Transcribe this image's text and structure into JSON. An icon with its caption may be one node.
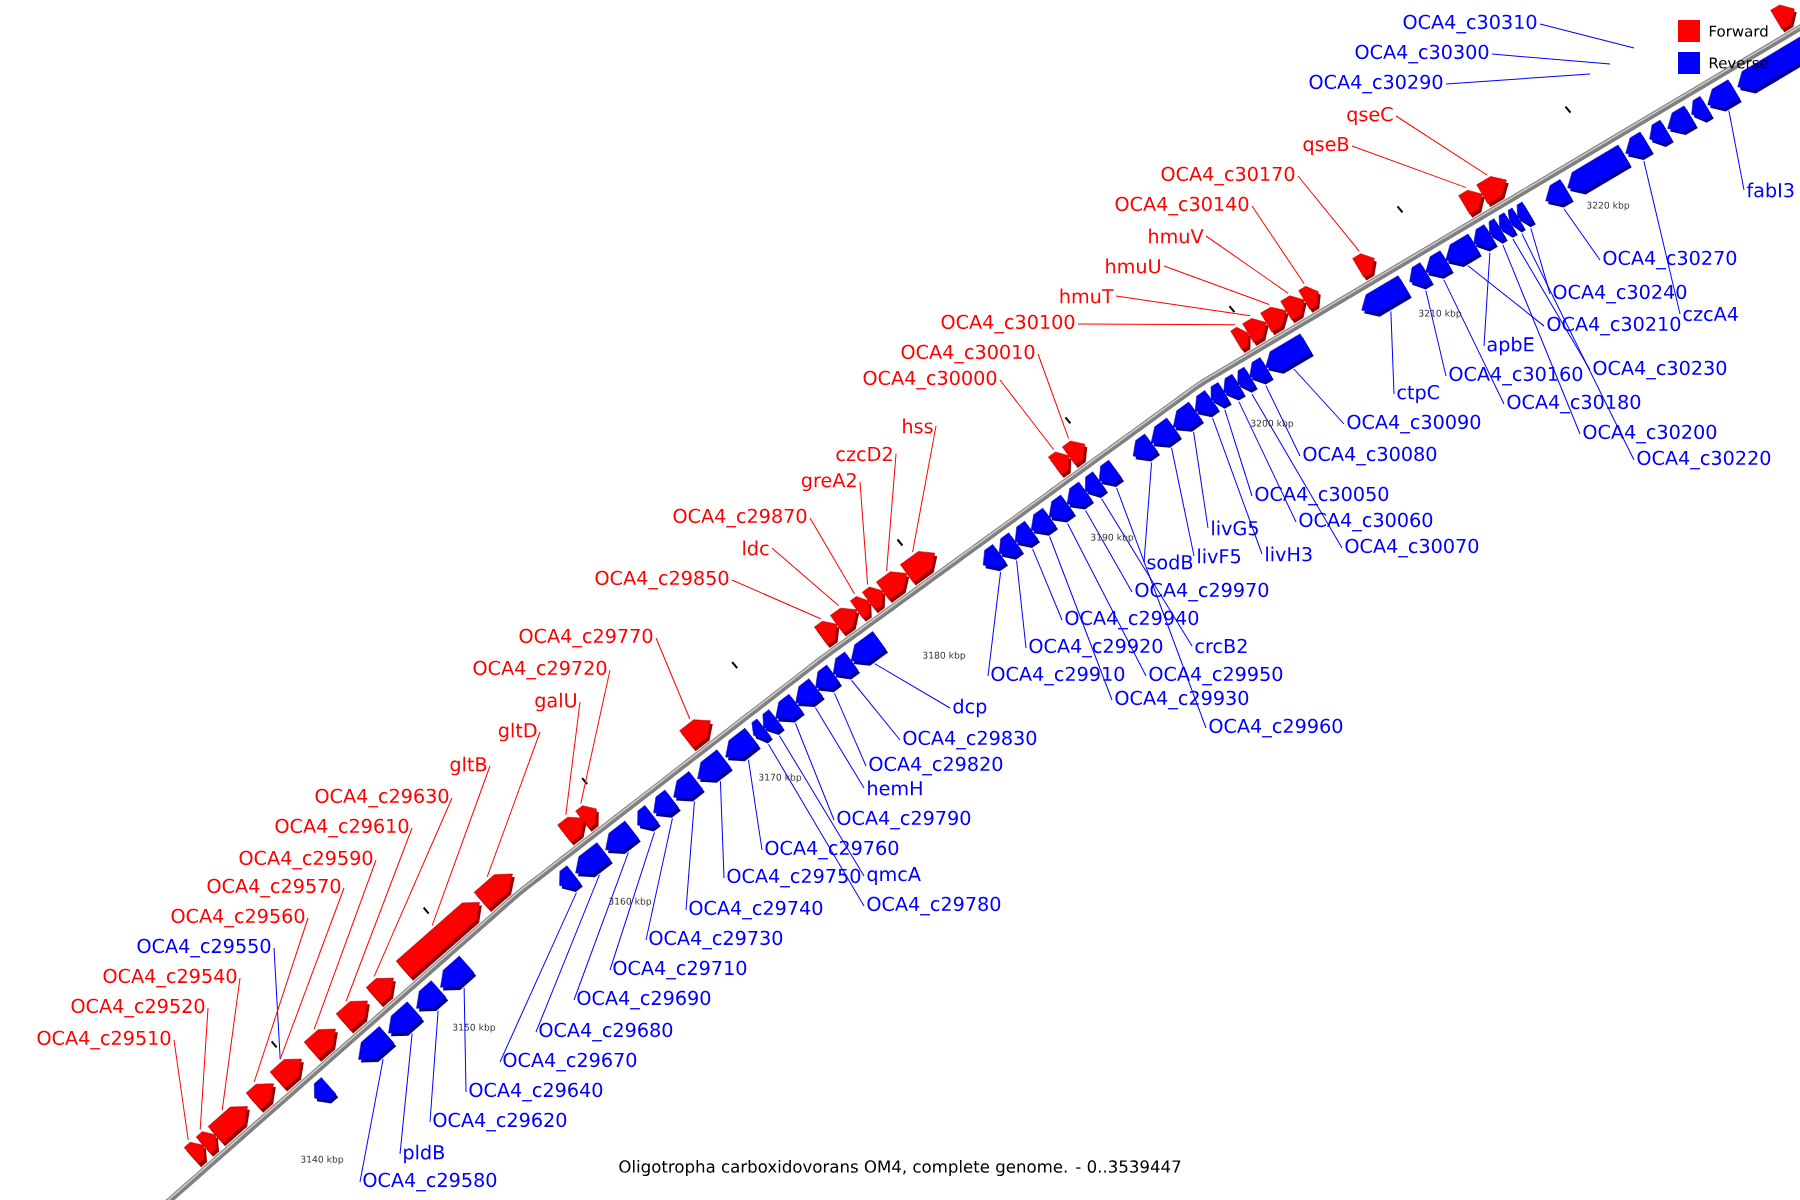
{
  "diagram": {
    "caption": "Oligotropha carboxidovorans OM4, complete genome. - 0..3539447",
    "nodes": [
      {
        "text": [
          "OCA4_c29510"
        ]
      },
      {
        "text": [
          "OCA4_c29520"
        ]
      },
      {
        "text": [
          "OCA4_c29540"
        ]
      },
      {
        "text": [
          "OCA4_c29550"
        ]
      },
      {
        "text": [
          "OCA4_c29560"
        ]
      },
      {
        "text": [
          "OCA4_c29570"
        ]
      },
      {
        "text": [
          "OCA4_c29590"
        ]
      },
      {
        "text": [
          "OCA4_c29610"
        ]
      },
      {
        "text": [
          "OCA4_c29630"
        ]
      },
      {
        "text": [
          "gltB"
        ]
      },
      {
        "text": [
          "gltD"
        ]
      },
      {
        "text": [
          "galU"
        ]
      },
      {
        "text": [
          "OCA4_c29720"
        ]
      },
      {
        "text": [
          "OCA4_c29770"
        ]
      },
      {
        "text": [
          "OCA4_c29850"
        ]
      },
      {
        "text": [
          "ldc"
        ]
      },
      {
        "text": [
          "OCA4_c29870"
        ]
      },
      {
        "text": [
          "greA2"
        ]
      },
      {
        "text": [
          "czcD2"
        ]
      },
      {
        "text": [
          "hss"
        ]
      },
      {
        "text": [
          "OCA4_c30000"
        ]
      },
      {
        "text": [
          "OCA4_c30010"
        ]
      },
      {
        "text": [
          "OCA4_c30100"
        ]
      },
      {
        "text": [
          "hmuT"
        ]
      },
      {
        "text": [
          "hmuU"
        ]
      },
      {
        "text": [
          "hmuV"
        ]
      },
      {
        "text": [
          "OCA4_c30140"
        ]
      },
      {
        "text": [
          "OCA4_c30170"
        ]
      },
      {
        "text": [
          "qseB"
        ]
      },
      {
        "text": [
          "qseC"
        ]
      },
      {
        "text": [
          "OCA4_c30290"
        ]
      },
      {
        "text": [
          "OCA4_c30300"
        ]
      },
      {
        "text": [
          "OCA4_c30310"
        ]
      },
      {
        "text": [
          "OCA4_c29580"
        ]
      },
      {
        "text": [
          "pldB"
        ]
      },
      {
        "text": [
          "OCA4_c29620"
        ]
      },
      {
        "text": [
          "OCA4_c29640"
        ]
      },
      {
        "text": [
          "OCA4_c29670"
        ]
      },
      {
        "text": [
          "OCA4_c29680"
        ]
      },
      {
        "text": [
          "OCA4_c29690"
        ]
      },
      {
        "text": [
          "OCA4_c29710"
        ]
      },
      {
        "text": [
          "OCA4_c29730"
        ]
      },
      {
        "text": [
          "OCA4_c29740"
        ]
      },
      {
        "text": [
          "OCA4_c29750"
        ]
      },
      {
        "text": [
          "OCA4_c29760"
        ]
      },
      {
        "text": [
          "qmcA"
        ]
      },
      {
        "text": [
          "OCA4_c29780"
        ]
      },
      {
        "text": [
          "OCA4_c29790"
        ]
      },
      {
        "text": [
          "hemH"
        ]
      },
      {
        "text": [
          "OCA4_c29820"
        ]
      },
      {
        "text": [
          "OCA4_c29830"
        ]
      },
      {
        "text": [
          "dcp"
        ]
      },
      {
        "text": [
          "OCA4_c29910"
        ]
      },
      {
        "text": [
          "OCA4_c29920"
        ]
      },
      {
        "text": [
          "OCA4_c29930"
        ]
      },
      {
        "text": [
          "OCA4_c29940"
        ]
      },
      {
        "text": [
          "OCA4_c29950"
        ]
      },
      {
        "text": [
          "OCA4_c29960"
        ]
      },
      {
        "text": [
          "crcB2"
        ]
      },
      {
        "text": [
          "OCA4_c29970"
        ]
      },
      {
        "text": [
          "sodB"
        ]
      },
      {
        "text": [
          "livF5"
        ]
      },
      {
        "text": [
          "livG5"
        ]
      },
      {
        "text": [
          "livH3"
        ]
      },
      {
        "text": [
          "OCA4_c30050"
        ]
      },
      {
        "text": [
          "OCA4_c30060"
        ]
      },
      {
        "text": [
          "OCA4_c30070"
        ]
      },
      {
        "text": [
          "OCA4_c30080"
        ]
      },
      {
        "text": [
          "OCA4_c30090"
        ]
      },
      {
        "text": [
          "ctpC"
        ]
      },
      {
        "text": [
          "OCA4_c30160"
        ]
      },
      {
        "text": [
          "apbE"
        ]
      },
      {
        "text": [
          "OCA4_c30180"
        ]
      },
      {
        "text": [
          "OCA4_c30200"
        ]
      },
      {
        "text": [
          "OCA4_c30210"
        ]
      },
      {
        "text": [
          "OCA4_c30220"
        ]
      },
      {
        "text": [
          "OCA4_c30230"
        ]
      },
      {
        "text": [
          "OCA4_c30240"
        ]
      },
      {
        "text": [
          "OCA4_c30270"
        ]
      },
      {
        "text": [
          "czcA4"
        ]
      },
      {
        "text": [
          "fabI3"
        ]
      },
      {
        "text": [],
        "shape": "pentagon"
      },
      {
        "text": [],
        "shape": "pentagon"
      },
      {
        "text": [],
        "shape": "pentagon"
      },
      {
        "text": [],
        "shape": "pentagon"
      },
      {
        "text": [],
        "shape": "pentagon"
      },
      {
        "text": [],
        "shape": "pentagon"
      },
      {
        "text": [],
        "shape": "pentagon"
      },
      {
        "text": [],
        "shape": "pentagon"
      },
      {
        "text": [],
        "shape": "pentagon"
      },
      {
        "text": [],
        "shape": "pentagon"
      },
      {
        "text": [],
        "shape": "pentagon"
      },
      {
        "text": [],
        "shape": "pentagon"
      },
      {
        "text": [],
        "shape": "pentagon"
      },
      {
        "text": [],
        "shape": "pentagon"
      },
      {
        "text": [],
        "shape": "pentagon"
      },
      {
        "text": [],
        "shape": "pentagon"
      },
      {
        "text": [],
        "shape": "pentagon"
      },
      {
        "text": [],
        "shape": "pentagon"
      },
      {
        "text": [],
        "shape": "pentagon"
      },
      {
        "text": [],
        "shape": "pentagon"
      },
      {
        "text": [],
        "shape": "pentagon"
      },
      {
        "text": [],
        "shape": "pentagon"
      },
      {
        "text": [],
        "shape": "pentagon"
      },
      {
        "text": [],
        "shape": "pentagon"
      },
      {
        "text": [],
        "shape": "pentagon"
      },
      {
        "text": [],
        "shape": "pentagon"
      },
      {
        "text": [],
        "shape": "pentagon"
      },
      {
        "text": [],
        "shape": "pentagon"
      },
      {
        "text": [],
        "shape": "pentagon"
      },
      {
        "text": [],
        "shape": "pentagon"
      },
      {
        "text": [],
        "shape": "pentagon"
      },
      {
        "text": [],
        "shape": "pentagon"
      },
      {
        "text": [],
        "shape": "pentagon"
      },
      {
        "text": [],
        "shape": "pentagon"
      },
      {
        "text": [],
        "shape": "pentagon"
      },
      {
        "text": [],
        "shape": "pentagon"
      },
      {
        "text": [],
        "shape": "pentagon"
      },
      {
        "text": [],
        "shape": "pentagon"
      },
      {
        "text": [],
        "shape": "pentagon"
      },
      {
        "text": [],
        "shape": "pentagon"
      },
      {
        "text": [],
        "shape": "pentagon"
      },
      {
        "text": [],
        "shape": "pentagon"
      },
      {
        "text": [],
        "shape": "pentagon"
      },
      {
        "text": [],
        "shape": "pentagon"
      },
      {
        "text": [],
        "shape": "pentagon"
      },
      {
        "text": [],
        "shape": "pentagon"
      },
      {
        "text": [],
        "shape": "pentagon"
      },
      {
        "text": [],
        "shape": "pentagon"
      },
      {
        "text": [],
        "shape": "pentagon"
      },
      {
        "text": [],
        "shape": "pentagon"
      },
      {
        "text": [],
        "shape": "pentagon"
      },
      {
        "text": [],
        "shape": "pentagon"
      },
      {
        "text": [],
        "shape": "pentagon"
      },
      {
        "text": [],
        "shape": "pentagon"
      },
      {
        "text": [],
        "shape": "pentagon"
      },
      {
        "text": [],
        "shape": "pentagon"
      },
      {
        "text": [],
        "shape": "pentagon"
      },
      {
        "text": [],
        "shape": "pentagon"
      },
      {
        "text": [],
        "shape": "pentagon"
      },
      {
        "text": [],
        "shape": "pentagon"
      },
      {
        "text": [],
        "shape": "pentagon"
      },
      {
        "text": [],
        "shape": "pentagon"
      },
      {
        "text": [],
        "shape": "pentagon"
      },
      {
        "text": [],
        "shape": "pentagon"
      },
      {
        "text": [],
        "shape": "pentagon"
      },
      {
        "text": [],
        "shape": "pentagon"
      },
      {
        "text": [],
        "shape": "pentagon"
      },
      {
        "text": [],
        "shape": "pentagon"
      },
      {
        "text": [],
        "shape": "pentagon"
      },
      {
        "text": [],
        "shape": "pentagon"
      },
      {
        "text": [],
        "shape": "pentagon"
      },
      {
        "text": [],
        "shape": "pentagon"
      },
      {
        "text": [],
        "shape": "pentagon"
      },
      {
        "text": [],
        "shape": "pentagon"
      },
      {
        "text": [],
        "shape": "pentagon"
      },
      {
        "text": [],
        "shape": "pentagon"
      },
      {
        "text": [],
        "shape": "pentagon"
      },
      {
        "text": [],
        "shape": "pentagon"
      },
      {
        "text": [],
        "shape": "pentagon"
      },
      {
        "text": [],
        "shape": "pentagon"
      },
      {
        "text": [],
        "shape": "pentagon"
      },
      {
        "text": [],
        "shape": "pentagon"
      },
      {
        "text": [],
        "shape": "pentagon"
      },
      {
        "text": [],
        "shape": "pentagon"
      }
    ],
    "edges": [
      {
        "from": 0,
        "to": 81,
        "arrow": "none",
        "color": "#ff0000"
      },
      {
        "from": 1,
        "to": 82,
        "arrow": "none",
        "color": "#ff0000"
      },
      {
        "from": 2,
        "to": 83,
        "arrow": "none",
        "color": "#ff0000"
      },
      {
        "from": 3,
        "to": 85,
        "arrow": "none"
      },
      {
        "from": 4,
        "to": 84,
        "arrow": "none",
        "color": "#ff0000"
      },
      {
        "from": 5,
        "to": 85,
        "arrow": "none",
        "color": "#ff0000"
      },
      {
        "from": 6,
        "to": 87,
        "arrow": "none",
        "color": "#ff0000"
      },
      {
        "from": 7,
        "to": 89,
        "arrow": "none",
        "color": "#ff0000"
      },
      {
        "from": 8,
        "to": 91,
        "arrow": "none",
        "color": "#ff0000"
      },
      {
        "from": 9,
        "to": 93,
        "arrow": "none",
        "color": "#ff0000"
      },
      {
        "from": 10,
        "to": 95,
        "arrow": "none",
        "color": "#ff0000"
      },
      {
        "from": 11,
        "to": 98,
        "arrow": "none",
        "color": "#ff0000"
      },
      {
        "from": 12,
        "to": 99,
        "arrow": "none",
        "color": "#ff0000"
      },
      {
        "from": 13,
        "to": 105,
        "arrow": "none",
        "color": "#ff0000"
      },
      {
        "from": 14,
        "to": 113,
        "arrow": "none",
        "color": "#ff0000"
      },
      {
        "from": 15,
        "to": 115,
        "arrow": "none",
        "color": "#ff0000"
      },
      {
        "from": 16,
        "to": 116,
        "arrow": "none",
        "color": "#ff0000"
      },
      {
        "from": 17,
        "to": 117,
        "arrow": "none",
        "color": "#ff0000"
      },
      {
        "from": 18,
        "to": 118,
        "arrow": "none",
        "color": "#ff0000"
      },
      {
        "from": 19,
        "to": 119,
        "arrow": "none",
        "color": "#ff0000"
      },
      {
        "from": 20,
        "to": 126,
        "arrow": "none",
        "color": "#ff0000"
      },
      {
        "from": 21,
        "to": 128,
        "arrow": "none",
        "color": "#ff0000"
      },
      {
        "from": 22,
        "to": 138,
        "arrow": "none",
        "color": "#ff0000"
      },
      {
        "from": 23,
        "to": 140,
        "arrow": "none",
        "color": "#ff0000"
      },
      {
        "from": 24,
        "to": 141,
        "arrow": "none",
        "color": "#ff0000"
      },
      {
        "from": 25,
        "to": 142,
        "arrow": "none",
        "color": "#ff0000"
      },
      {
        "from": 26,
        "to": 143,
        "arrow": "none",
        "color": "#ff0000"
      },
      {
        "from": 27,
        "to": 145,
        "arrow": "none",
        "color": "#ff0000"
      },
      {
        "from": 28,
        "to": 150,
        "arrow": "none",
        "color": "#ff0000"
      },
      {
        "from": 29,
        "to": 153,
        "arrow": "none",
        "color": "#ff0000"
      },
      {
        "from": 30,
        "to": null,
        "arrow": "none"
      },
      {
        "from": 31,
        "to": null,
        "arrow": "none"
      },
      {
        "from": 32,
        "to": null,
        "arrow": "none"
      },
      {
        "from": 33,
        "to": 88,
        "arrow": "none"
      },
      {
        "from": 34,
        "to": 90,
        "arrow": "none"
      },
      {
        "from": 35,
        "to": 92,
        "arrow": "none"
      },
      {
        "from": 36,
        "to": 94,
        "arrow": "none"
      },
      {
        "from": 37,
        "to": 96,
        "arrow": "none"
      },
      {
        "from": 38,
        "to": 97,
        "arrow": "none"
      },
      {
        "from": 39,
        "to": 100,
        "arrow": "none"
      },
      {
        "from": 40,
        "to": 101,
        "arrow": "none"
      },
      {
        "from": 41,
        "to": 102,
        "arrow": "none"
      },
      {
        "from": 42,
        "to": 103,
        "arrow": "none"
      },
      {
        "from": 43,
        "to": 104,
        "arrow": "none"
      },
      {
        "from": 44,
        "to": 106,
        "arrow": "none"
      },
      {
        "from": 45,
        "to": 108,
        "arrow": "none"
      },
      {
        "from": 46,
        "to": 107,
        "arrow": "none"
      },
      {
        "from": 47,
        "to": 109,
        "arrow": "none"
      },
      {
        "from": 48,
        "to": 110,
        "arrow": "none"
      },
      {
        "from": 49,
        "to": 111,
        "arrow": "none"
      },
      {
        "from": 50,
        "to": 112,
        "arrow": "none"
      },
      {
        "from": 51,
        "to": 114,
        "arrow": "none"
      },
      {
        "from": 52,
        "to": 120,
        "arrow": "none"
      },
      {
        "from": 53,
        "to": 121,
        "arrow": "none"
      },
      {
        "from": 54,
        "to": 123,
        "arrow": "none"
      },
      {
        "from": 55,
        "to": 122,
        "arrow": "none"
      },
      {
        "from": 56,
        "to": 124,
        "arrow": "none"
      },
      {
        "from": 57,
        "to": 129,
        "arrow": "none"
      },
      {
        "from": 58,
        "to": 127,
        "arrow": "none"
      },
      {
        "from": 59,
        "to": 125,
        "arrow": "none"
      },
      {
        "from": 60,
        "to": 130,
        "arrow": "none"
      },
      {
        "from": 61,
        "to": 131,
        "arrow": "none"
      },
      {
        "from": 62,
        "to": 132,
        "arrow": "none"
      },
      {
        "from": 63,
        "to": 133,
        "arrow": "none"
      },
      {
        "from": 64,
        "to": 134,
        "arrow": "none"
      },
      {
        "from": 65,
        "to": 135,
        "arrow": "none"
      },
      {
        "from": 66,
        "to": 136,
        "arrow": "none"
      },
      {
        "from": 67,
        "to": 137,
        "arrow": "none"
      },
      {
        "from": 68,
        "to": 139,
        "arrow": "none"
      },
      {
        "from": 69,
        "to": 144,
        "arrow": "none"
      },
      {
        "from": 70,
        "to": 146,
        "arrow": "none"
      },
      {
        "from": 71,
        "to": 149,
        "arrow": "none"
      },
      {
        "from": 72,
        "to": 147,
        "arrow": "none"
      },
      {
        "from": 73,
        "to": 151,
        "arrow": "none"
      },
      {
        "from": 74,
        "to": 148,
        "arrow": "none"
      },
      {
        "from": 75,
        "to": 154,
        "arrow": "none"
      },
      {
        "from": 76,
        "to": 152,
        "arrow": "none"
      },
      {
        "from": 77,
        "to": 155,
        "arrow": "none"
      },
      {
        "from": 78,
        "to": 156,
        "arrow": "none"
      },
      {
        "from": 79,
        "to": 158,
        "arrow": "none"
      },
      {
        "from": 80,
        "to": 162,
        "arrow": "none"
      }
    ],
    "labels": [
      "3140 kbp",
      "3150 kbp",
      "3160 kbp",
      "3170 kbp",
      "3180 kbp",
      "3190 kbp",
      "3200 kbp",
      "3210 kbp",
      "3220 kbp"
    ],
    "legend": [
      {
        "text": "Forward",
        "color": "#ff0000"
      },
      {
        "text": "Reverse",
        "color": "#0000ff"
      }
    ]
  }
}
